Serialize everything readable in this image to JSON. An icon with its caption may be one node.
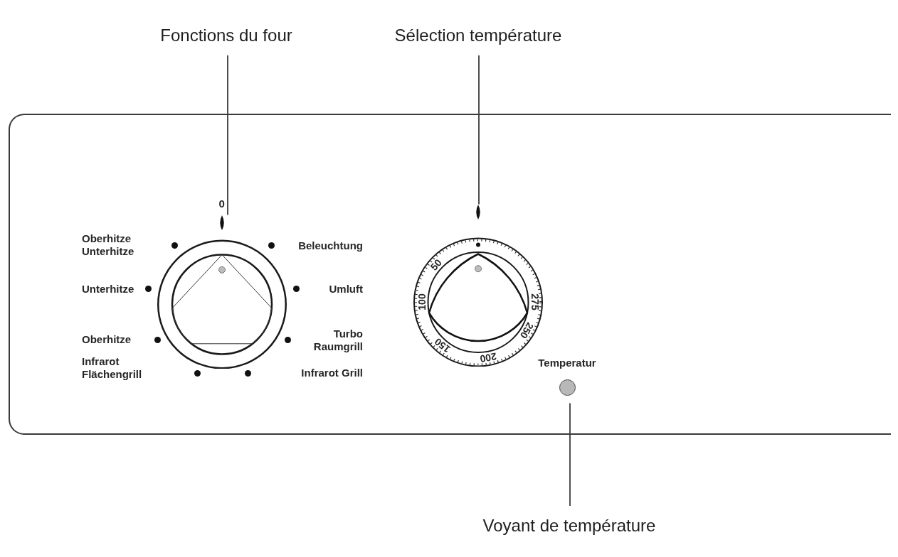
{
  "diagram": {
    "nodes": [
      {
        "text": [
          "Fonctions du four"
        ]
      },
      {
        "text": [
          "Sélection température"
        ]
      },
      {
        "text": [],
        "shape": "box"
      },
      {
        "text": [],
        "shape": "circle",
        "in": 2
      },
      {
        "text": [],
        "shape": "circle",
        "in": 2
      },
      {
        "text": [],
        "shape": "circle",
        "in": 2
      },
      {
        "text": [
          "Voyant de température"
        ]
      }
    ],
    "edges": [
      {
        "from": 0,
        "to": 3,
        "arrow": "none"
      },
      {
        "from": 1,
        "to": 4,
        "arrow": "none"
      },
      {
        "from": 6,
        "to": 5,
        "arrow": "none"
      }
    ],
    "labels": [
      "0",
      "Oberhitze Unterhitze",
      "Beleuchtung",
      "Unterhitze",
      "Umluft",
      "Turbo Raumgrill",
      "Oberhitze",
      "Infrarot Flächengrill",
      "Infrarot Grill",
      "50",
      "100",
      "150",
      "200",
      "250",
      "275",
      "Temperatur"
    ]
  }
}
